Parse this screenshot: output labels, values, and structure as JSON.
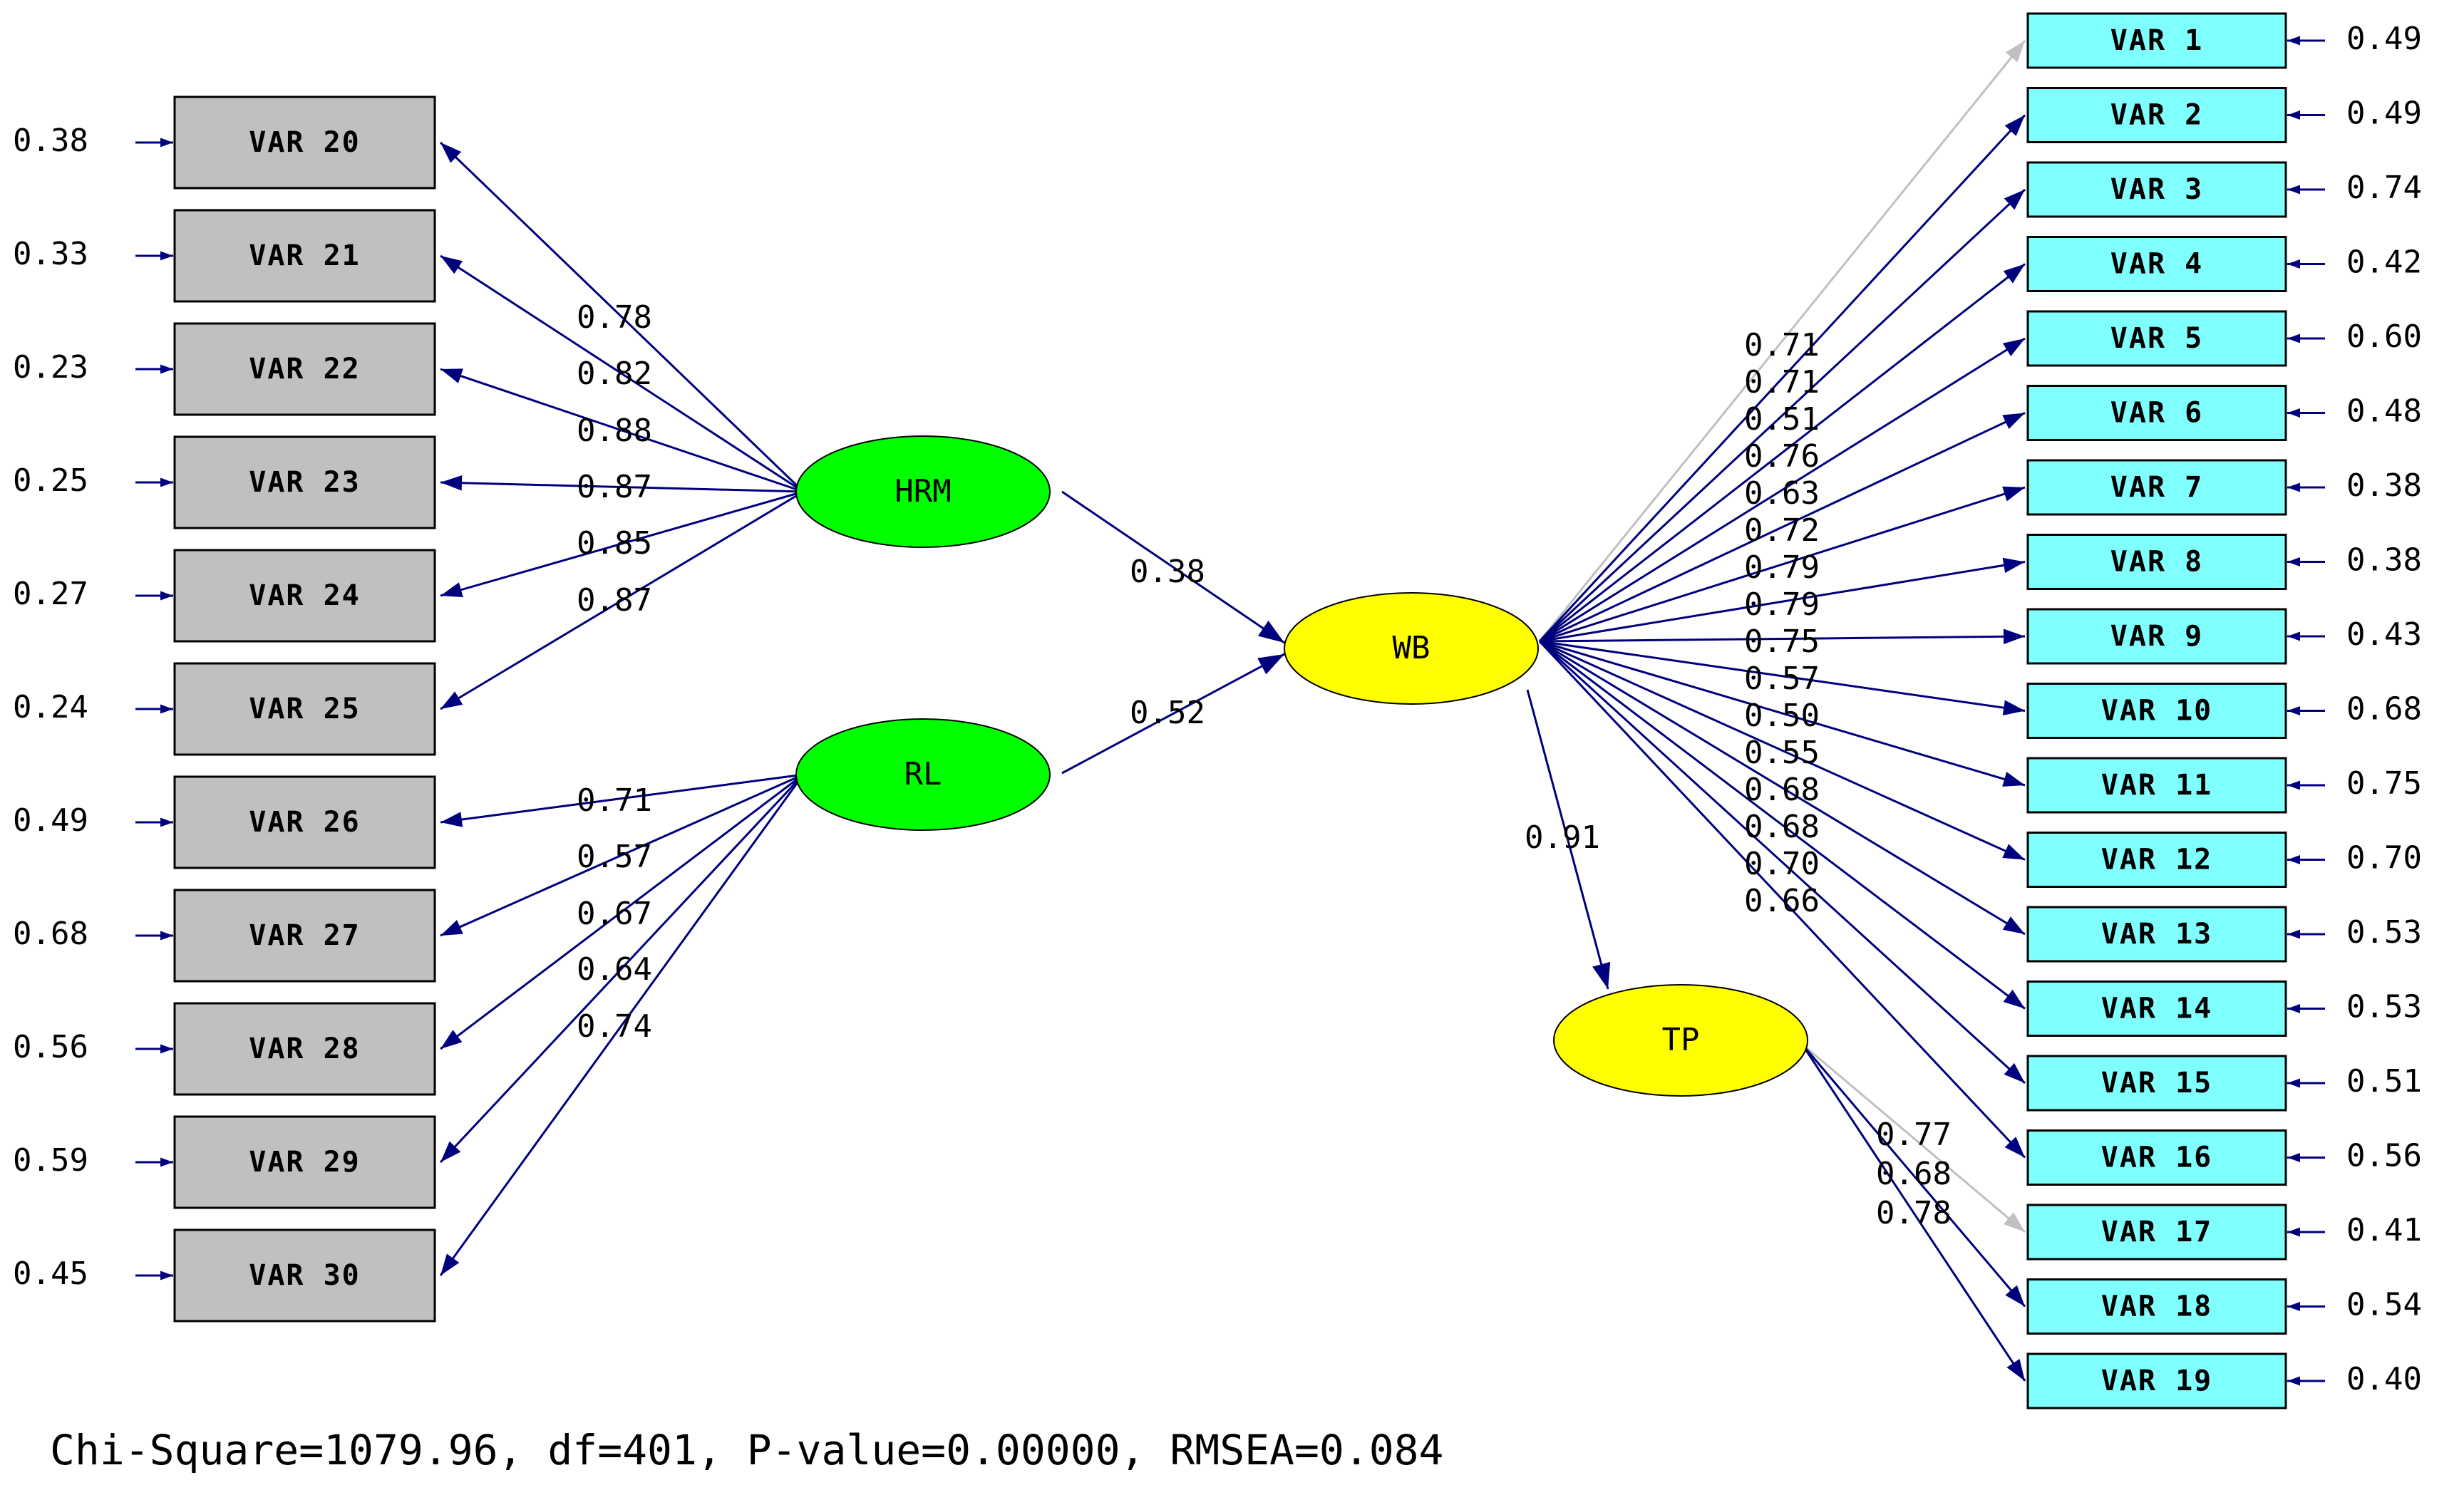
{
  "colors": {
    "path": "#00007f",
    "faint_path": "#c0c0c0",
    "box_grey": "#c0c0c0",
    "box_cyan": "#80ffff",
    "latent_green": "#00ff00",
    "latent_yellow": "#ffff00"
  },
  "latents": {
    "hrm": "HRM",
    "rl": "RL",
    "wb": "WB",
    "tp": "TP"
  },
  "left_indicators": [
    {
      "name": "VAR 20",
      "error": "0.38",
      "loading": "0.78",
      "factor": "hrm"
    },
    {
      "name": "VAR 21",
      "error": "0.33",
      "loading": "0.82",
      "factor": "hrm"
    },
    {
      "name": "VAR 22",
      "error": "0.23",
      "loading": "0.88",
      "factor": "hrm"
    },
    {
      "name": "VAR 23",
      "error": "0.25",
      "loading": "0.87",
      "factor": "hrm"
    },
    {
      "name": "VAR 24",
      "error": "0.27",
      "loading": "0.85",
      "factor": "hrm"
    },
    {
      "name": "VAR 25",
      "error": "0.24",
      "loading": "0.87",
      "factor": "hrm"
    },
    {
      "name": "VAR 26",
      "error": "0.49",
      "loading": "0.71",
      "factor": "rl"
    },
    {
      "name": "VAR 27",
      "error": "0.68",
      "loading": "0.57",
      "factor": "rl"
    },
    {
      "name": "VAR 28",
      "error": "0.56",
      "loading": "0.67",
      "factor": "rl"
    },
    {
      "name": "VAR 29",
      "error": "0.59",
      "loading": "0.64",
      "factor": "rl"
    },
    {
      "name": "VAR 30",
      "error": "0.45",
      "loading": "0.74",
      "factor": "rl"
    }
  ],
  "right_indicators": [
    {
      "name": "VAR 1",
      "error": "0.49",
      "loading": "0.71",
      "factor": "wb",
      "faint": true
    },
    {
      "name": "VAR 2",
      "error": "0.49",
      "loading": "0.71",
      "factor": "wb"
    },
    {
      "name": "VAR 3",
      "error": "0.74",
      "loading": "0.51",
      "factor": "wb"
    },
    {
      "name": "VAR 4",
      "error": "0.42",
      "loading": "0.76",
      "factor": "wb"
    },
    {
      "name": "VAR 5",
      "error": "0.60",
      "loading": "0.63",
      "factor": "wb"
    },
    {
      "name": "VAR 6",
      "error": "0.48",
      "loading": "0.72",
      "factor": "wb"
    },
    {
      "name": "VAR 7",
      "error": "0.38",
      "loading": "0.79",
      "factor": "wb"
    },
    {
      "name": "VAR 8",
      "error": "0.38",
      "loading": "0.79",
      "factor": "wb"
    },
    {
      "name": "VAR 9",
      "error": "0.43",
      "loading": "0.75",
      "factor": "wb"
    },
    {
      "name": "VAR 10",
      "error": "0.68",
      "loading": "0.57",
      "factor": "wb"
    },
    {
      "name": "VAR 11",
      "error": "0.75",
      "loading": "0.50",
      "factor": "wb"
    },
    {
      "name": "VAR 12",
      "error": "0.70",
      "loading": "0.55",
      "factor": "wb"
    },
    {
      "name": "VAR 13",
      "error": "0.53",
      "loading": "0.68",
      "factor": "wb"
    },
    {
      "name": "VAR 14",
      "error": "0.53",
      "loading": "0.68",
      "factor": "wb"
    },
    {
      "name": "VAR 15",
      "error": "0.51",
      "loading": "0.70",
      "factor": "wb"
    },
    {
      "name": "VAR 16",
      "error": "0.56",
      "loading": "0.66",
      "factor": "wb"
    },
    {
      "name": "VAR 17",
      "error": "0.41",
      "loading": "0.77",
      "factor": "tp",
      "faint": true
    },
    {
      "name": "VAR 18",
      "error": "0.54",
      "loading": "0.68",
      "factor": "tp"
    },
    {
      "name": "VAR 19",
      "error": "0.40",
      "loading": "0.78",
      "factor": "tp"
    }
  ],
  "structural_paths": [
    {
      "from": "hrm",
      "to": "wb",
      "value": "0.38"
    },
    {
      "from": "rl",
      "to": "wb",
      "value": "0.52"
    },
    {
      "from": "wb",
      "to": "tp",
      "value": "0.91"
    }
  ],
  "fit_statistics": "Chi-Square=1079.96, df=401, P-value=0.00000, RMSEA=0.084"
}
